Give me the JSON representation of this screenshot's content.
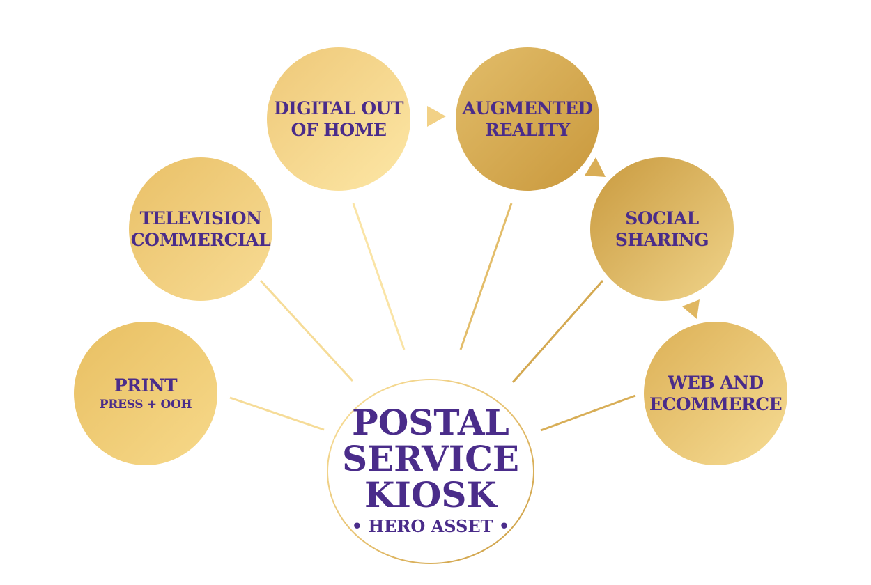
{
  "hub": {
    "lines": [
      "POSTAL",
      "SERVICE",
      "KIOSK"
    ],
    "subtitle": "• HERO ASSET •"
  },
  "nodes": [
    {
      "id": "print",
      "title": "PRINT",
      "subtitle": "PRESS + OOH"
    },
    {
      "id": "television",
      "title": "TELEVISION COMMERCIAL"
    },
    {
      "id": "dooh",
      "title": "DIGITAL OUT OF HOME"
    },
    {
      "id": "ar",
      "title": "AUGMENTED REALITY"
    },
    {
      "id": "social",
      "title": "SOCIAL SHARING"
    },
    {
      "id": "web",
      "title": "WEB AND ECOMMERCE"
    }
  ],
  "node_labels": {
    "print": [
      "PRINT",
      "PRESS + OOH"
    ],
    "television": [
      "TELEVISION",
      "COMMERCIAL"
    ],
    "dooh": [
      "DIGITAL OUT",
      "OF HOME"
    ],
    "ar": [
      "AUGMENTED",
      "REALITY"
    ],
    "social": [
      "SOCIAL",
      "SHARING"
    ],
    "web": [
      "WEB AND",
      "ECOMMERCE"
    ]
  },
  "flow": [
    {
      "from": "dooh",
      "to": "ar"
    },
    {
      "from": "ar",
      "to": "social"
    },
    {
      "from": "social",
      "to": "web"
    }
  ],
  "colors": {
    "text": "#4a2c8a",
    "gold_light": "#fbe3a0",
    "gold_mid": "#e9c56f",
    "gold_dark": "#c99a3e",
    "background": "#ffffff"
  }
}
